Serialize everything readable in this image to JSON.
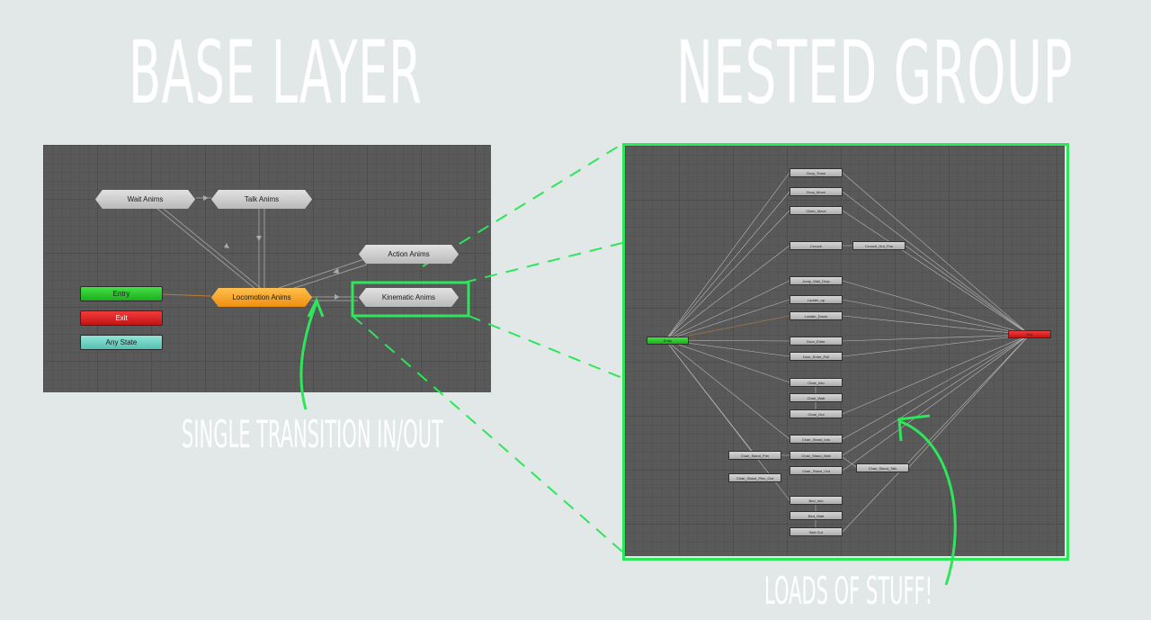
{
  "titles": {
    "base": "BASE LAYER",
    "nested": "NESTED GROUP"
  },
  "captions": {
    "single": "SINGLE TRANSITION IN/OUT",
    "loads": "LOADS OF STUFF!"
  },
  "base_layer": {
    "wait_anims": "Wait Anims",
    "talk_anims": "Talk Anims",
    "action_anims": "Action Anims",
    "entry": "Entry",
    "locomotion_anims": "Locomotion Anims",
    "kinematic_anims": "Kinematic Anims",
    "exit": "Exit",
    "any_state": "Any State"
  },
  "nested_group": {
    "entry": "Entry",
    "exit": "Exit",
    "states": [
      "Drop_Thow",
      "Drop_Move",
      "Climb_Move",
      "Crouch",
      "Crouch_Out_Pos",
      "Jump_Wall_Drop",
      "Ladder_up",
      "Ladder_Down",
      "Door_Enter",
      "Door_Enter_Pull",
      "Chair_Into",
      "Chair_Wait",
      "Chair_Out",
      "Chair_Stand_Into",
      "Chair_Stand_Pier",
      "Chair_Stand_Wait",
      "Chair_Stand_Talk",
      "Chair_Stand_Out",
      "Chair_Stand_Piec_Out",
      "Bed_Into",
      "Bed_Wait",
      "Bed Out"
    ]
  },
  "colors": {
    "highlight": "#2ee65a",
    "entry": "#2ecc2e",
    "exit": "#e02020",
    "any_state": "#6ed3c4",
    "selected": "#f5a623"
  }
}
